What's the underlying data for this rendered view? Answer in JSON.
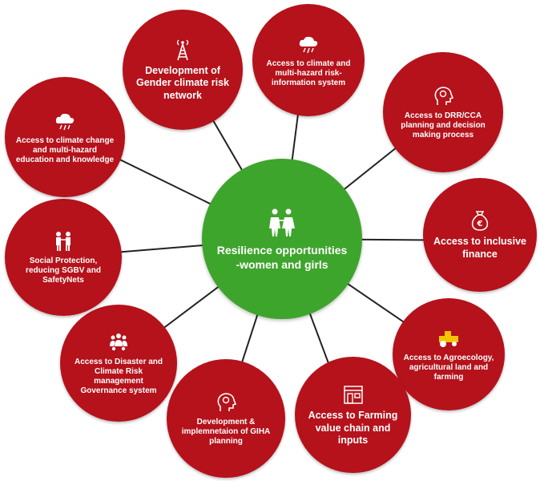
{
  "center": {
    "label": "Resilience opportunities -women and girls",
    "icon": "family-icon"
  },
  "nodes": [
    {
      "id": "gender-network",
      "label": "Development of Gender climate risk network",
      "icon": "tower-icon",
      "color": "#b5121b"
    },
    {
      "id": "climate-info",
      "label": "Access to climate and multi-hazard risk-information system",
      "icon": "storm-cloud-icon",
      "color": "#b5121b"
    },
    {
      "id": "drr-cca",
      "label": "Access to DRR/CCA planning and decision making process",
      "icon": "head-gear-icon",
      "color": "#b5121b"
    },
    {
      "id": "finance",
      "label": "Access to inclusive finance",
      "icon": "money-bag-icon",
      "color": "#b5121b"
    },
    {
      "id": "agroecology",
      "label": "Access to Agroecology, agricultural land and farming",
      "icon": "tractor-icon",
      "color": "#b5121b"
    },
    {
      "id": "value-chain",
      "label": "Access to Farming value chain and inputs",
      "icon": "market-icon",
      "color": "#b5121b"
    },
    {
      "id": "giha",
      "label": "Development & implemnetaion of GIHA planning",
      "icon": "head-gear-icon",
      "color": "#b5121b"
    },
    {
      "id": "governance",
      "label": "Access to Disaster and Climate Risk management Governance system",
      "icon": "people-group-icon",
      "color": "#b5121b"
    },
    {
      "id": "social-protection",
      "label": "Social Protection, reducing SGBV and SafetyNets",
      "icon": "protection-icon",
      "color": "#b5121b"
    },
    {
      "id": "education",
      "label": "Access to climate change and multi-hazard education and knowledge",
      "icon": "storm-cloud-icon",
      "color": "#b5121b"
    }
  ],
  "colors": {
    "node": "#b5121b",
    "center": "#3ea52c",
    "connector": "#222222"
  }
}
